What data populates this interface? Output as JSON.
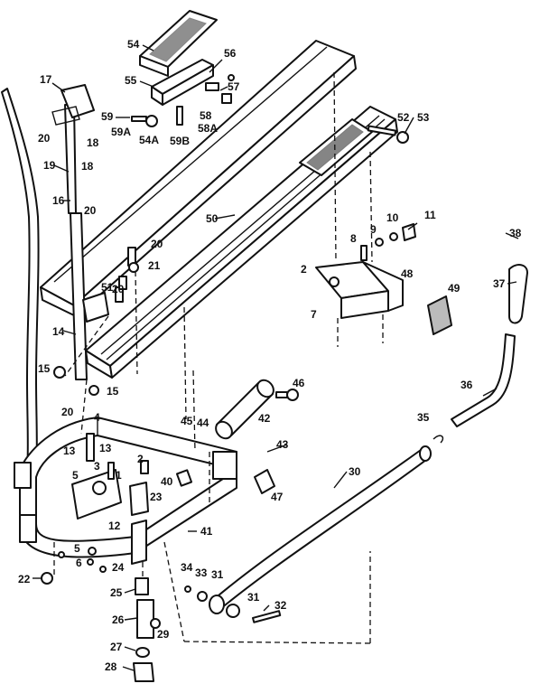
{
  "diagram": {
    "callouts": [
      {
        "id": "c54",
        "text": "54"
      },
      {
        "id": "c55",
        "text": "55"
      },
      {
        "id": "c56",
        "text": "56"
      },
      {
        "id": "c57",
        "text": "57"
      },
      {
        "id": "c58",
        "text": "58"
      },
      {
        "id": "c58a",
        "text": "58A"
      },
      {
        "id": "c59",
        "text": "59"
      },
      {
        "id": "c59a",
        "text": "59A"
      },
      {
        "id": "c54a",
        "text": "54A"
      },
      {
        "id": "c59b",
        "text": "59B"
      },
      {
        "id": "c17",
        "text": "17"
      },
      {
        "id": "c20a",
        "text": "20"
      },
      {
        "id": "c18a",
        "text": "18"
      },
      {
        "id": "c18b",
        "text": "18"
      },
      {
        "id": "c19",
        "text": "19"
      },
      {
        "id": "c16",
        "text": "16"
      },
      {
        "id": "c20b",
        "text": "20"
      },
      {
        "id": "c52",
        "text": "52"
      },
      {
        "id": "c53",
        "text": "53"
      },
      {
        "id": "c50",
        "text": "50"
      },
      {
        "id": "c20c",
        "text": "20"
      },
      {
        "id": "c21",
        "text": "21"
      },
      {
        "id": "c20d",
        "text": "20"
      },
      {
        "id": "c51",
        "text": "51"
      },
      {
        "id": "c14",
        "text": "14"
      },
      {
        "id": "c15a",
        "text": "15"
      },
      {
        "id": "c15b",
        "text": "15"
      },
      {
        "id": "c20e",
        "text": "20"
      },
      {
        "id": "c4",
        "text": "4"
      },
      {
        "id": "c10",
        "text": "10"
      },
      {
        "id": "c11",
        "text": "11"
      },
      {
        "id": "c9",
        "text": "9"
      },
      {
        "id": "c8",
        "text": "8"
      },
      {
        "id": "c2a",
        "text": "2"
      },
      {
        "id": "c48",
        "text": "48"
      },
      {
        "id": "c7",
        "text": "7"
      },
      {
        "id": "c49",
        "text": "49"
      },
      {
        "id": "c38",
        "text": "38"
      },
      {
        "id": "c37",
        "text": "37"
      },
      {
        "id": "c46",
        "text": "46"
      },
      {
        "id": "c42",
        "text": "42"
      },
      {
        "id": "c45",
        "text": "45"
      },
      {
        "id": "c44",
        "text": "44"
      },
      {
        "id": "c43",
        "text": "43"
      },
      {
        "id": "c36",
        "text": "36"
      },
      {
        "id": "c35",
        "text": "35"
      },
      {
        "id": "c13a",
        "text": "13"
      },
      {
        "id": "c13b",
        "text": "13"
      },
      {
        "id": "c3",
        "text": "3"
      },
      {
        "id": "c1",
        "text": "1"
      },
      {
        "id": "c2b",
        "text": "2"
      },
      {
        "id": "c5a",
        "text": "5"
      },
      {
        "id": "c23",
        "text": "23"
      },
      {
        "id": "c40",
        "text": "40"
      },
      {
        "id": "c47",
        "text": "47"
      },
      {
        "id": "c30",
        "text": "30"
      },
      {
        "id": "c12",
        "text": "12"
      },
      {
        "id": "c41",
        "text": "41"
      },
      {
        "id": "c5b",
        "text": "5"
      },
      {
        "id": "c6",
        "text": "6"
      },
      {
        "id": "c24",
        "text": "24"
      },
      {
        "id": "c22",
        "text": "22"
      },
      {
        "id": "c34",
        "text": "34"
      },
      {
        "id": "c33",
        "text": "33"
      },
      {
        "id": "c31a",
        "text": "31"
      },
      {
        "id": "c31b",
        "text": "31"
      },
      {
        "id": "c32",
        "text": "32"
      },
      {
        "id": "c25",
        "text": "25"
      },
      {
        "id": "c26",
        "text": "26"
      },
      {
        "id": "c29",
        "text": "29"
      },
      {
        "id": "c27",
        "text": "27"
      },
      {
        "id": "c28",
        "text": "28"
      }
    ]
  }
}
